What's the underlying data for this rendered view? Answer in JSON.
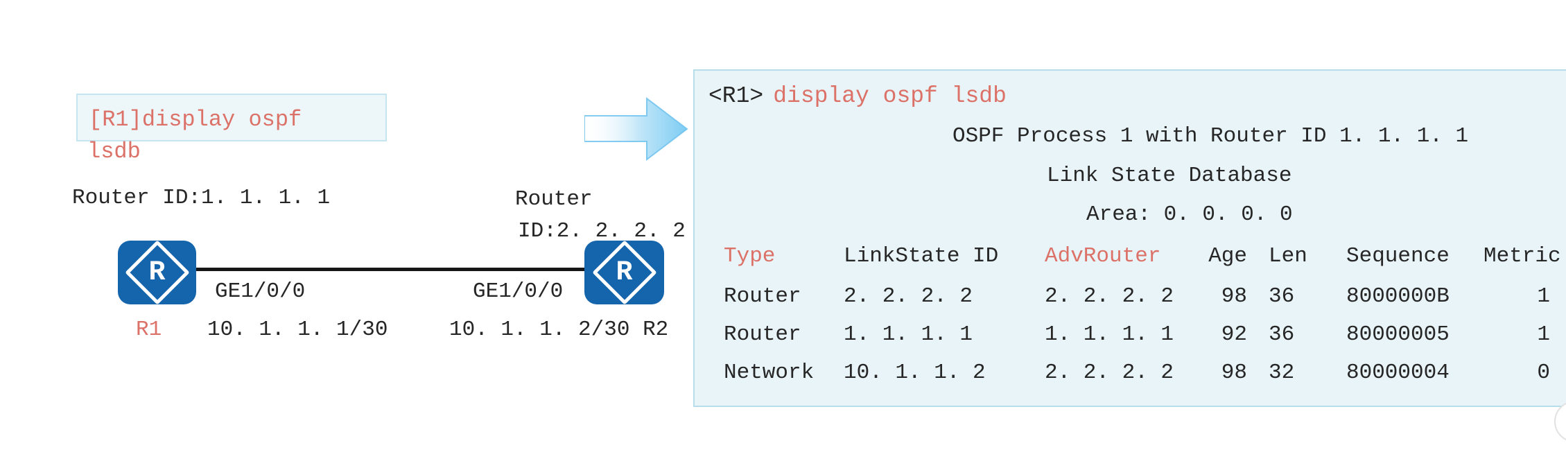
{
  "diagram": {
    "command_box": {
      "line1": "[R1]display ospf",
      "line2": "lsdb"
    },
    "router1": {
      "router_id_label": "Router ID:1. 1. 1. 1",
      "icon_letter": "R",
      "interface": "GE1/0/0",
      "name": "R1",
      "ip": "10. 1. 1. 1/30"
    },
    "router2": {
      "router_id_label_line1": "Router",
      "router_id_label_line2": "ID:2. 2. 2. 2",
      "icon_letter": "R",
      "interface": "GE1/0/0",
      "ip": "10. 1. 1. 2/30",
      "name": "R2"
    }
  },
  "terminal": {
    "prompt": "<R1>",
    "command": "display ospf lsdb",
    "lines": [
      "OSPF Process 1 with Router ID 1. 1. 1. 1",
      "Link State Database",
      "Area: 0. 0. 0. 0"
    ],
    "table": {
      "headers": [
        "Type",
        "LinkState ID",
        "AdvRouter",
        "Age",
        "Len",
        "Sequence",
        "Metric"
      ],
      "rows": [
        [
          "Router",
          "2. 2. 2. 2",
          "2. 2. 2. 2",
          "98",
          "36",
          "8000000B",
          "1"
        ],
        [
          "Router",
          "1. 1. 1. 1",
          "1. 1. 1. 1",
          "92",
          "36",
          "80000005",
          "1"
        ],
        [
          "Network",
          "10. 1. 1. 2",
          "2. 2. 2. 2",
          "98",
          "32",
          "80000004",
          "0"
        ]
      ]
    }
  },
  "colors": {
    "accent_red": "#dc7168",
    "router_blue": "#1565ad",
    "panel_bg": "#e9f4f8",
    "panel_border": "#b7dcea",
    "arrow_blue": "#7ecdf3",
    "link_black": "#161616"
  }
}
